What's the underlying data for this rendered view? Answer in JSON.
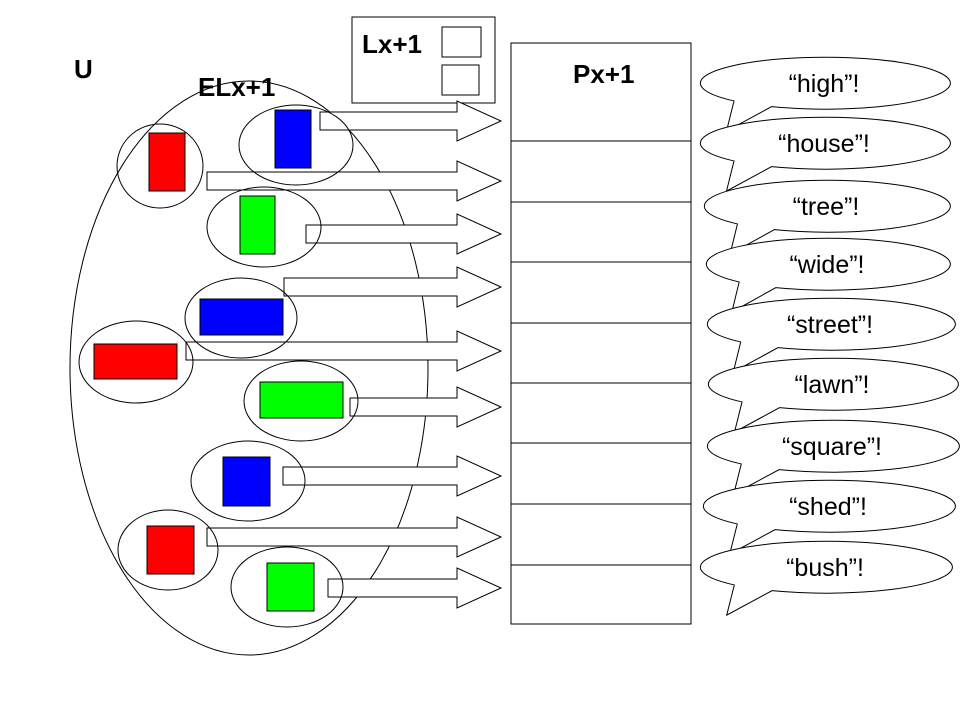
{
  "labels": {
    "universe": "U",
    "element_set": "ELx+1",
    "legend": "Lx+1",
    "panel": "Px+1"
  },
  "colors": {
    "red": "#ff0000",
    "green": "#00ff00",
    "blue": "#0000ff",
    "stroke": "#000000",
    "background": "#ffffff"
  },
  "elements": [
    {
      "color": "blue",
      "shape": "tall"
    },
    {
      "color": "red",
      "shape": "tall"
    },
    {
      "color": "green",
      "shape": "tall"
    },
    {
      "color": "blue",
      "shape": "wide"
    },
    {
      "color": "red",
      "shape": "wide"
    },
    {
      "color": "green",
      "shape": "wide"
    },
    {
      "color": "blue",
      "shape": "square"
    },
    {
      "color": "red",
      "shape": "square"
    },
    {
      "color": "green",
      "shape": "square"
    }
  ],
  "utterances": [
    "“high”!",
    "“house”!",
    "“tree”!",
    "“wide”!",
    "“street”!",
    "“lawn”!",
    "“square”!",
    "“shed”!",
    "“bush”!"
  ]
}
